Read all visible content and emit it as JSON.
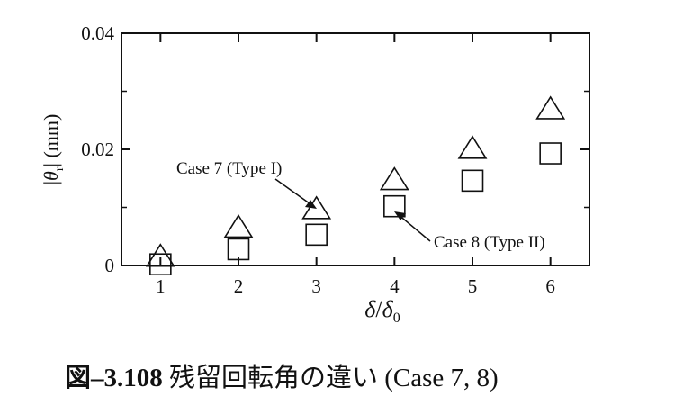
{
  "chart_data": {
    "type": "scatter",
    "x_ticks": [
      "1",
      "2",
      "3",
      "4",
      "5",
      "6"
    ],
    "y_ticks": [
      "0",
      "0.02",
      "0.04"
    ],
    "xlim": [
      0.5,
      6.5
    ],
    "ylim": [
      0,
      0.04
    ],
    "ylabel_symbol": "θ",
    "ylabel_sub": "r",
    "ylabel_unit": "(mm)",
    "xlabel_num": "δ",
    "xlabel_slash": "/",
    "xlabel_den": "δ",
    "xlabel_den_sub": "0",
    "grid": false,
    "series": [
      {
        "name": "Case 7 (Type I)",
        "marker": "triangle",
        "x": [
          1,
          2,
          3,
          4,
          5,
          6
        ],
        "y": [
          0.0013,
          0.0063,
          0.0095,
          0.0145,
          0.0199,
          0.0267
        ]
      },
      {
        "name": "Case 8 (Type II)",
        "marker": "square",
        "x": [
          1,
          2,
          3,
          4,
          5,
          6
        ],
        "y": [
          0.0002,
          0.0028,
          0.0053,
          0.0102,
          0.0146,
          0.0193
        ]
      }
    ],
    "caption_label": "図–3.108",
    "caption_text": "残留回転角の違い (Case 7, 8)"
  }
}
